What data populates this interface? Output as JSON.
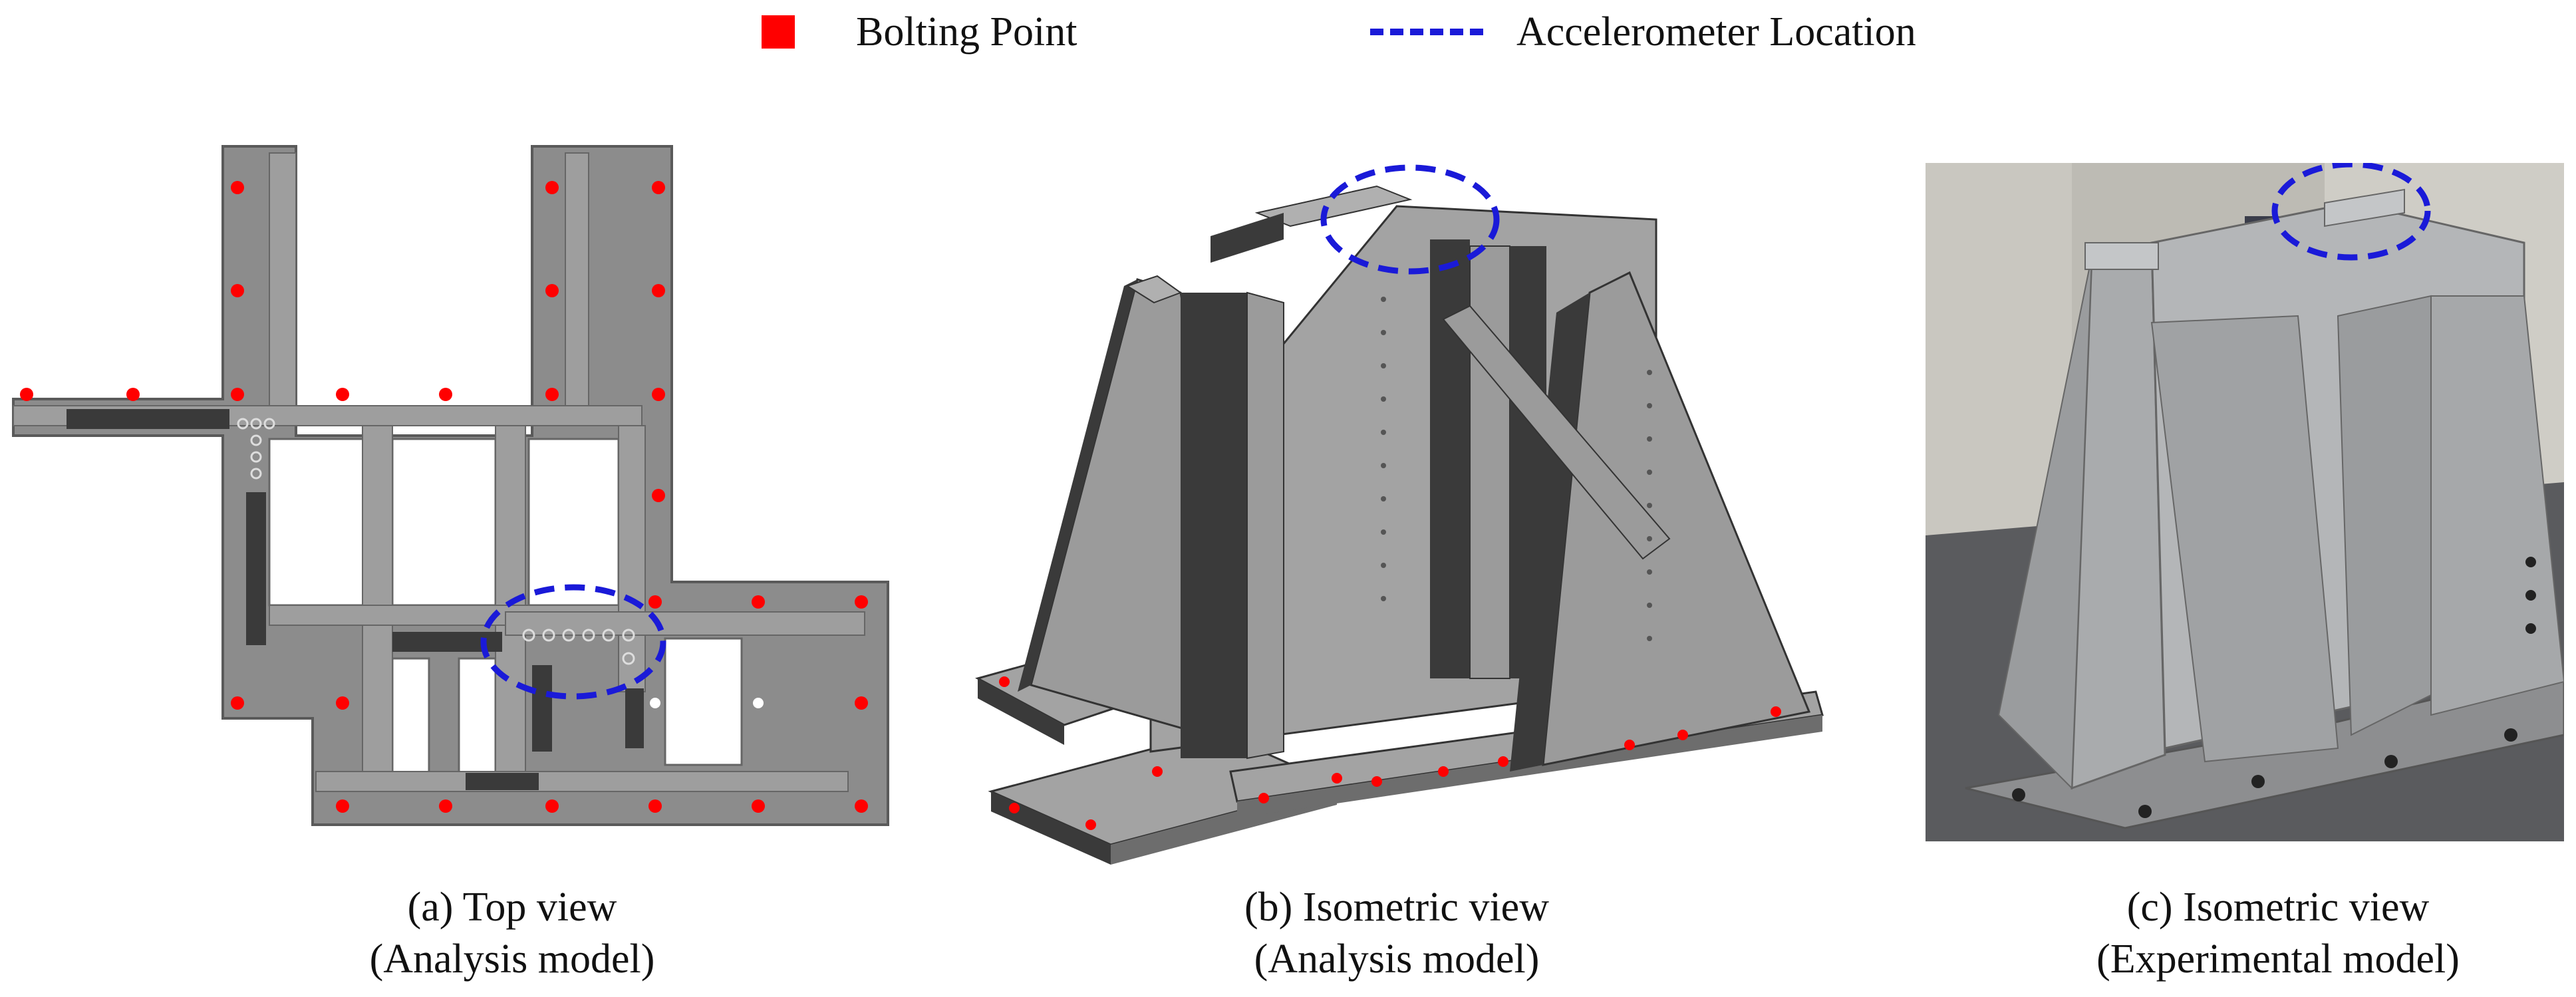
{
  "legend": {
    "bolting_label": "Bolting Point",
    "accelerometer_label": "Accelerometer Location",
    "bolting_color": "#ff0000",
    "accelerometer_color": "#1a1ad8"
  },
  "panels": {
    "a": {
      "line1": "(a) Top view",
      "line2": "(Analysis model)"
    },
    "b": {
      "line1": "(b) Isometric view",
      "line2": "(Analysis model)"
    },
    "c": {
      "line1": "(c) Isometric view",
      "line2": "(Experimental model)"
    }
  },
  "colors": {
    "steel_plate": "#8c8c8c",
    "steel_dark": "#3a3a3a",
    "steel_face": "#a3a3a3",
    "photo_bg": "#d8d6d0"
  }
}
